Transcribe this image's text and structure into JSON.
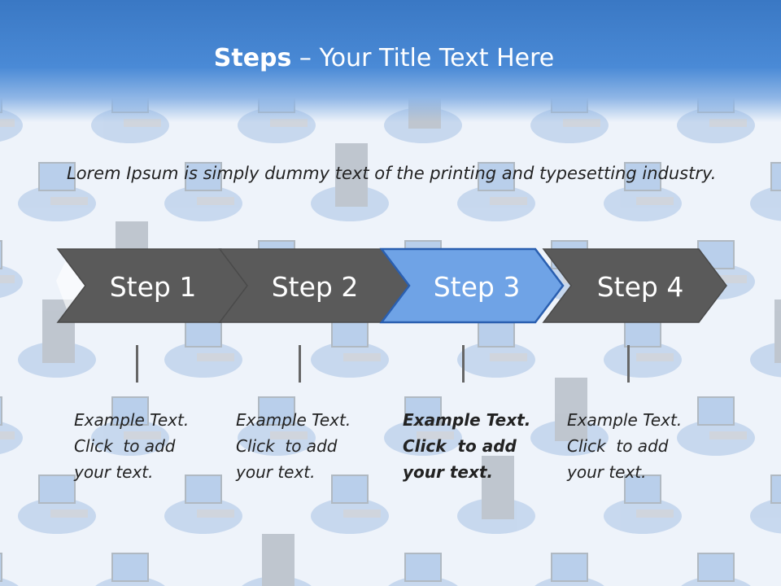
{
  "title": {
    "strong": "Steps",
    "rest": " – Your Title Text Here"
  },
  "intro": "Lorem Ipsum is simply dummy text of the printing and typesetting industry.",
  "colors": {
    "header": "#3a78c4",
    "step_dark": "#5a5a5a",
    "step_active": "#6fa3e6",
    "step_active_border": "#2a5fb0"
  },
  "background_icons": [
    "computer-icon",
    "server-tower-icon",
    "network-link"
  ],
  "steps": [
    {
      "label": "Step 1",
      "active": false,
      "lines": [
        "Example Text.",
        "Click  to add",
        "your text."
      ]
    },
    {
      "label": "Step 2",
      "active": false,
      "lines": [
        "Example Text.",
        "Click  to add",
        "your text."
      ]
    },
    {
      "label": "Step 3",
      "active": true,
      "lines": [
        "Example Text.",
        "Click  to add",
        "your text."
      ]
    },
    {
      "label": "Step 4",
      "active": false,
      "lines": [
        "Example Text.",
        "Click  to add",
        "your text."
      ]
    }
  ]
}
